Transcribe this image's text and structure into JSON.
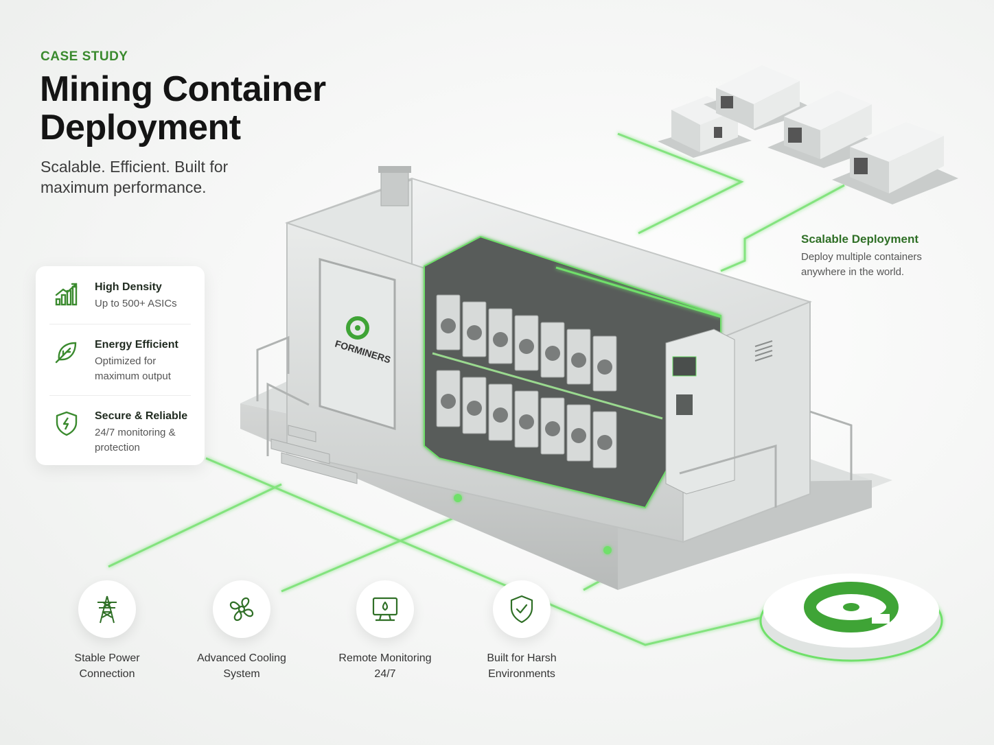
{
  "header": {
    "eyebrow": "CASE STUDY",
    "title_line1": "Mining Container",
    "title_line2": "Deployment",
    "subtitle_line1": "Scalable. Efficient. Built for",
    "subtitle_line2": "maximum performance."
  },
  "features": [
    {
      "title": "High Density",
      "desc": "Up to 500+ ASICs",
      "icon": "bar-chart-growth-icon"
    },
    {
      "title": "Energy Efficient",
      "desc": "Optimized for maximum output",
      "icon": "leaf-icon"
    },
    {
      "title": "Secure & Reliable",
      "desc": "24/7 monitoring & protection",
      "icon": "shield-bolt-icon"
    }
  ],
  "scalable": {
    "title": "Scalable Deployment",
    "desc": "Deploy multiple containers anywhere in the world."
  },
  "container": {
    "brand": "FORMINERS"
  },
  "bottom": [
    {
      "label": "Stable Power Connection",
      "icon": "power-tower-icon"
    },
    {
      "label": "Advanced Cooling System",
      "icon": "fan-icon"
    },
    {
      "label": "Remote Monitoring 24/7",
      "icon": "monitor-icon"
    },
    {
      "label": "Built for Harsh Environments",
      "icon": "shield-check-icon"
    }
  ],
  "colors": {
    "accent": "#3a8a2e",
    "glow": "#6fe06a",
    "steel": "#d6d9d8"
  }
}
